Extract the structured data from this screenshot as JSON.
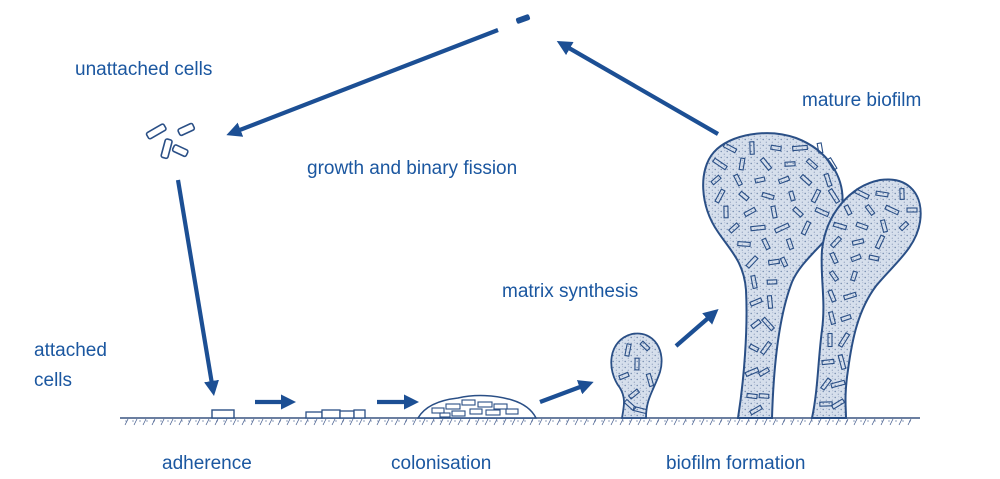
{
  "labels": {
    "unattached_cells": "unattached cells",
    "growth": "growth and binary fission",
    "mature_biofilm": "mature biofilm",
    "matrix_synthesis": "matrix synthesis",
    "attached_line1": "attached",
    "attached_line2": "cells",
    "adherence": "adherence",
    "colonisation": "colonisation",
    "biofilm_formation": "biofilm formation"
  },
  "colors": {
    "text": "#1b57a0",
    "arrow": "#1c4f94",
    "outline": "#2a4f86",
    "fill": "#c9d5e6",
    "ground": "#3a5580"
  }
}
